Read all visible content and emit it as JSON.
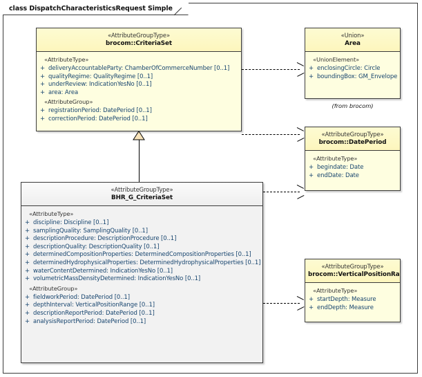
{
  "diagram": {
    "frame_label": "class DispatchCharacteristicsRequest Simple"
  },
  "boxes": {
    "criteriaset": {
      "stereotype": "«AttributeGroupType»",
      "name": "brocom::CriteriaSet",
      "sections": [
        {
          "label": "«AttributeType»",
          "attributes": [
            {
              "vis": "+",
              "text": "deliveryAccountableParty: ChamberOfCommerceNumber [0..1]"
            },
            {
              "vis": "+",
              "text": "qualityRegime: QualityRegime [0..1]"
            },
            {
              "vis": "+",
              "text": "underReview: IndicationYesNo [0..1]"
            },
            {
              "vis": "+",
              "text": "area: Area"
            }
          ]
        },
        {
          "label": "«AttributeGroup»",
          "attributes": [
            {
              "vis": "+",
              "text": "registrationPeriod: DatePeriod [0..1]"
            },
            {
              "vis": "+",
              "text": "correctionPeriod: DatePeriod [0..1]"
            }
          ]
        }
      ]
    },
    "area": {
      "stereotype": "«Union»",
      "name": "Area",
      "note": "(from brocom)",
      "sections": [
        {
          "label": "«UnionElement»",
          "attributes": [
            {
              "vis": "+",
              "text": "enclosingCircle: Circle"
            },
            {
              "vis": "+",
              "text": "boundingBox: GM_Envelope"
            }
          ]
        }
      ]
    },
    "dateperiod": {
      "stereotype": "«AttributeGroupType»",
      "name": "brocom::DatePeriod",
      "sections": [
        {
          "label": "«AttributeType»",
          "attributes": [
            {
              "vis": "+",
              "text": "begindate: Date"
            },
            {
              "vis": "+",
              "text": "endDate: Date"
            }
          ]
        }
      ]
    },
    "verticalpositionrange": {
      "stereotype": "«AttributeGroupType»",
      "name": "brocom::VerticalPositionRange",
      "sections": [
        {
          "label": "«AttributeType»",
          "attributes": [
            {
              "vis": "+",
              "text": "startDepth: Measure"
            },
            {
              "vis": "+",
              "text": "endDepth: Measure"
            }
          ]
        }
      ]
    },
    "bhr": {
      "stereotype": "«AttributeGroupType»",
      "name": "BHR_G_CriteriaSet",
      "sections": [
        {
          "label": "«AttributeType»",
          "attributes": [
            {
              "vis": "+",
              "text": "discipline: Discipline [0..1]"
            },
            {
              "vis": "+",
              "text": "samplingQuality: SamplingQuality [0..1]"
            },
            {
              "vis": "+",
              "text": "descriptionProcedure: DescriptionProcedure [0..1]"
            },
            {
              "vis": "+",
              "text": "descriptionQuality: DescriptionQuality [0..1]"
            },
            {
              "vis": "+",
              "text": "determinedCompositionProperties: DeterminedCompositionProperties [0..1]"
            },
            {
              "vis": "+",
              "text": "determinedHydrophysicalProperties: DeterminedHydrophysicalProperties [0..1]"
            },
            {
              "vis": "+",
              "text": "waterContentDetermined: IndicationYesNo [0..1]"
            },
            {
              "vis": "+",
              "text": "volumetricMassDensityDetermined: IndicationYesNo [0..1]"
            }
          ]
        },
        {
          "label": "«AttributeGroup»",
          "attributes": [
            {
              "vis": "+",
              "text": "fieldworkPeriod: DatePeriod [0..1]"
            },
            {
              "vis": "+",
              "text": "depthInterval: VerticalPositionRange [0..1]"
            },
            {
              "vis": "+",
              "text": "descriptionReportPeriod: DatePeriod [0..1]"
            },
            {
              "vis": "+",
              "text": "analysisReportPeriod: DatePeriod [0..1]"
            }
          ]
        }
      ]
    }
  },
  "connectors": [
    {
      "name": "criteriaset-to-area",
      "kind": "dependency",
      "from": "brocom::CriteriaSet",
      "to": "Area"
    },
    {
      "name": "criteriaset-to-dateperiod",
      "kind": "dependency",
      "from": "brocom::CriteriaSet",
      "to": "brocom::DatePeriod"
    },
    {
      "name": "bhr-to-dateperiod",
      "kind": "dependency",
      "from": "BHR_G_CriteriaSet",
      "to": "brocom::DatePeriod"
    },
    {
      "name": "bhr-to-verticalpositionrange",
      "kind": "dependency",
      "from": "BHR_G_CriteriaSet",
      "to": "brocom::VerticalPositionRange"
    },
    {
      "name": "bhr-generalizes-criteriaset",
      "kind": "generalization",
      "from": "BHR_G_CriteriaSet",
      "to": "brocom::CriteriaSet"
    }
  ],
  "colors": {
    "class_fill_yellow": "#fefee0",
    "class_fill_grey": "#f2f2f2",
    "border": "#3a3a3a",
    "attribute_text": "#16446e"
  }
}
